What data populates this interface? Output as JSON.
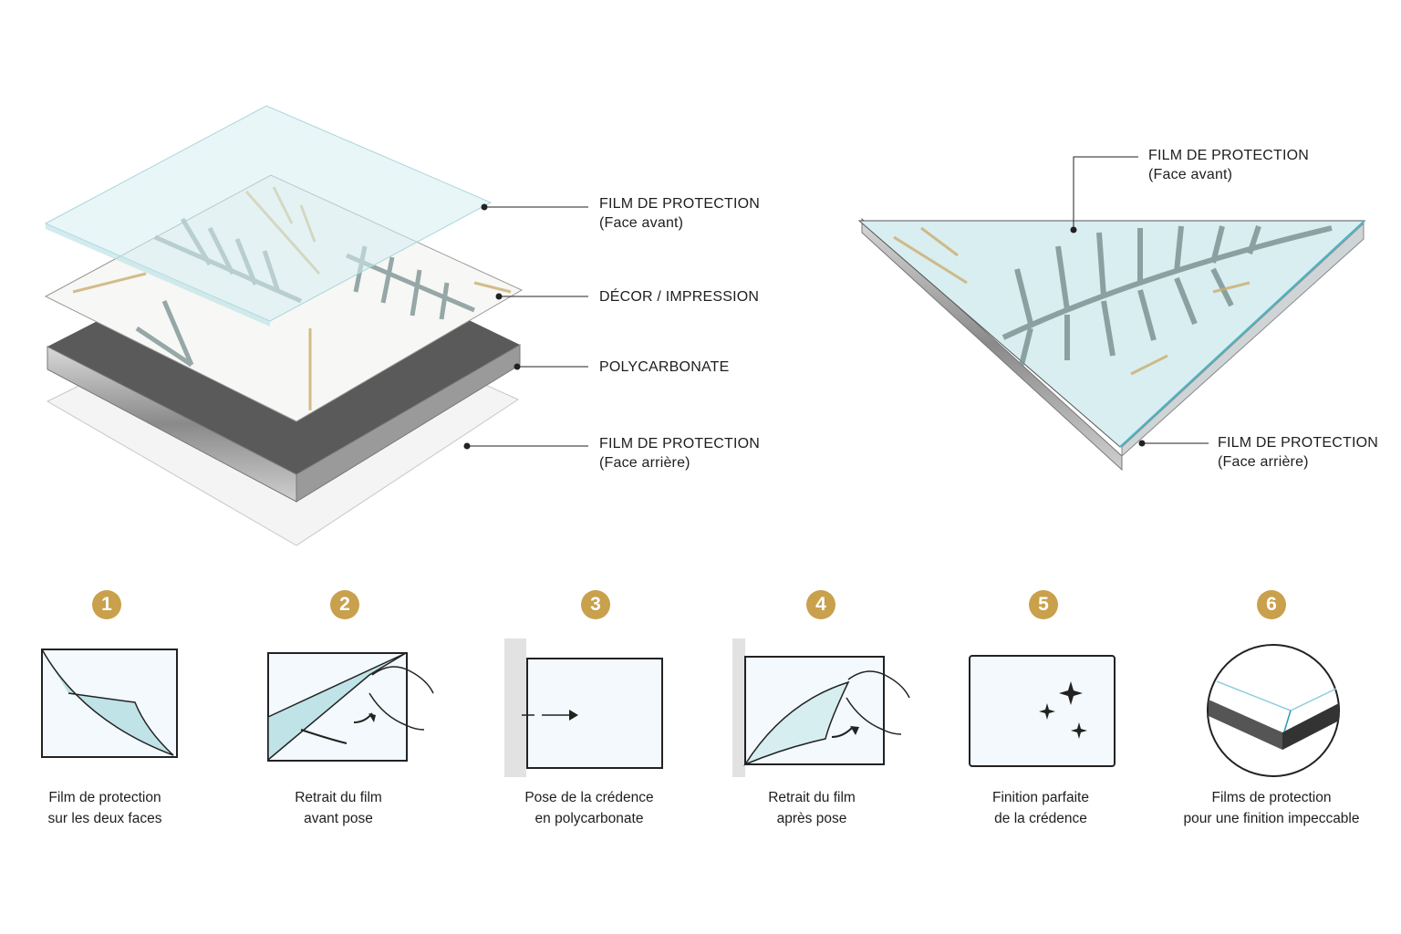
{
  "exploded_view": {
    "labels": [
      {
        "title": "FILM DE PROTECTION",
        "sub": "(Face avant)"
      },
      {
        "title": "DÉCOR / IMPRESSION",
        "sub": ""
      },
      {
        "title": "POLYCARBONATE",
        "sub": ""
      },
      {
        "title": "FILM DE PROTECTION",
        "sub": "(Face arrière)"
      }
    ]
  },
  "corner_view": {
    "labels": [
      {
        "title": "FILM DE PROTECTION",
        "sub": "(Face avant)"
      },
      {
        "title": "FILM DE PROTECTION",
        "sub": "(Face arrière)"
      }
    ]
  },
  "steps": [
    {
      "number": "1",
      "line1": "Film de protection",
      "line2": "sur les deux faces",
      "icon": "peeling-film-icon"
    },
    {
      "number": "2",
      "line1": "Retrait du film",
      "line2": "avant pose",
      "icon": "hand-peel-icon"
    },
    {
      "number": "3",
      "line1": "Pose de la crédence",
      "line2": "en polycarbonate",
      "icon": "wall-mount-icon"
    },
    {
      "number": "4",
      "line1": "Retrait du film",
      "line2": "après pose",
      "icon": "hand-peel-icon"
    },
    {
      "number": "5",
      "line1": "Finition parfaite",
      "line2": "de la crédence",
      "icon": "sparkle-icon"
    },
    {
      "number": "6",
      "line1": "Films de protection",
      "line2": "pour une finition impeccable",
      "icon": "magnified-edge-icon"
    }
  ],
  "colors": {
    "badge": "#c9a04c",
    "film": "#d6eef0",
    "panel": "#5a5a5a",
    "leaf": "#7d9494",
    "gold": "#c9ad6e"
  }
}
